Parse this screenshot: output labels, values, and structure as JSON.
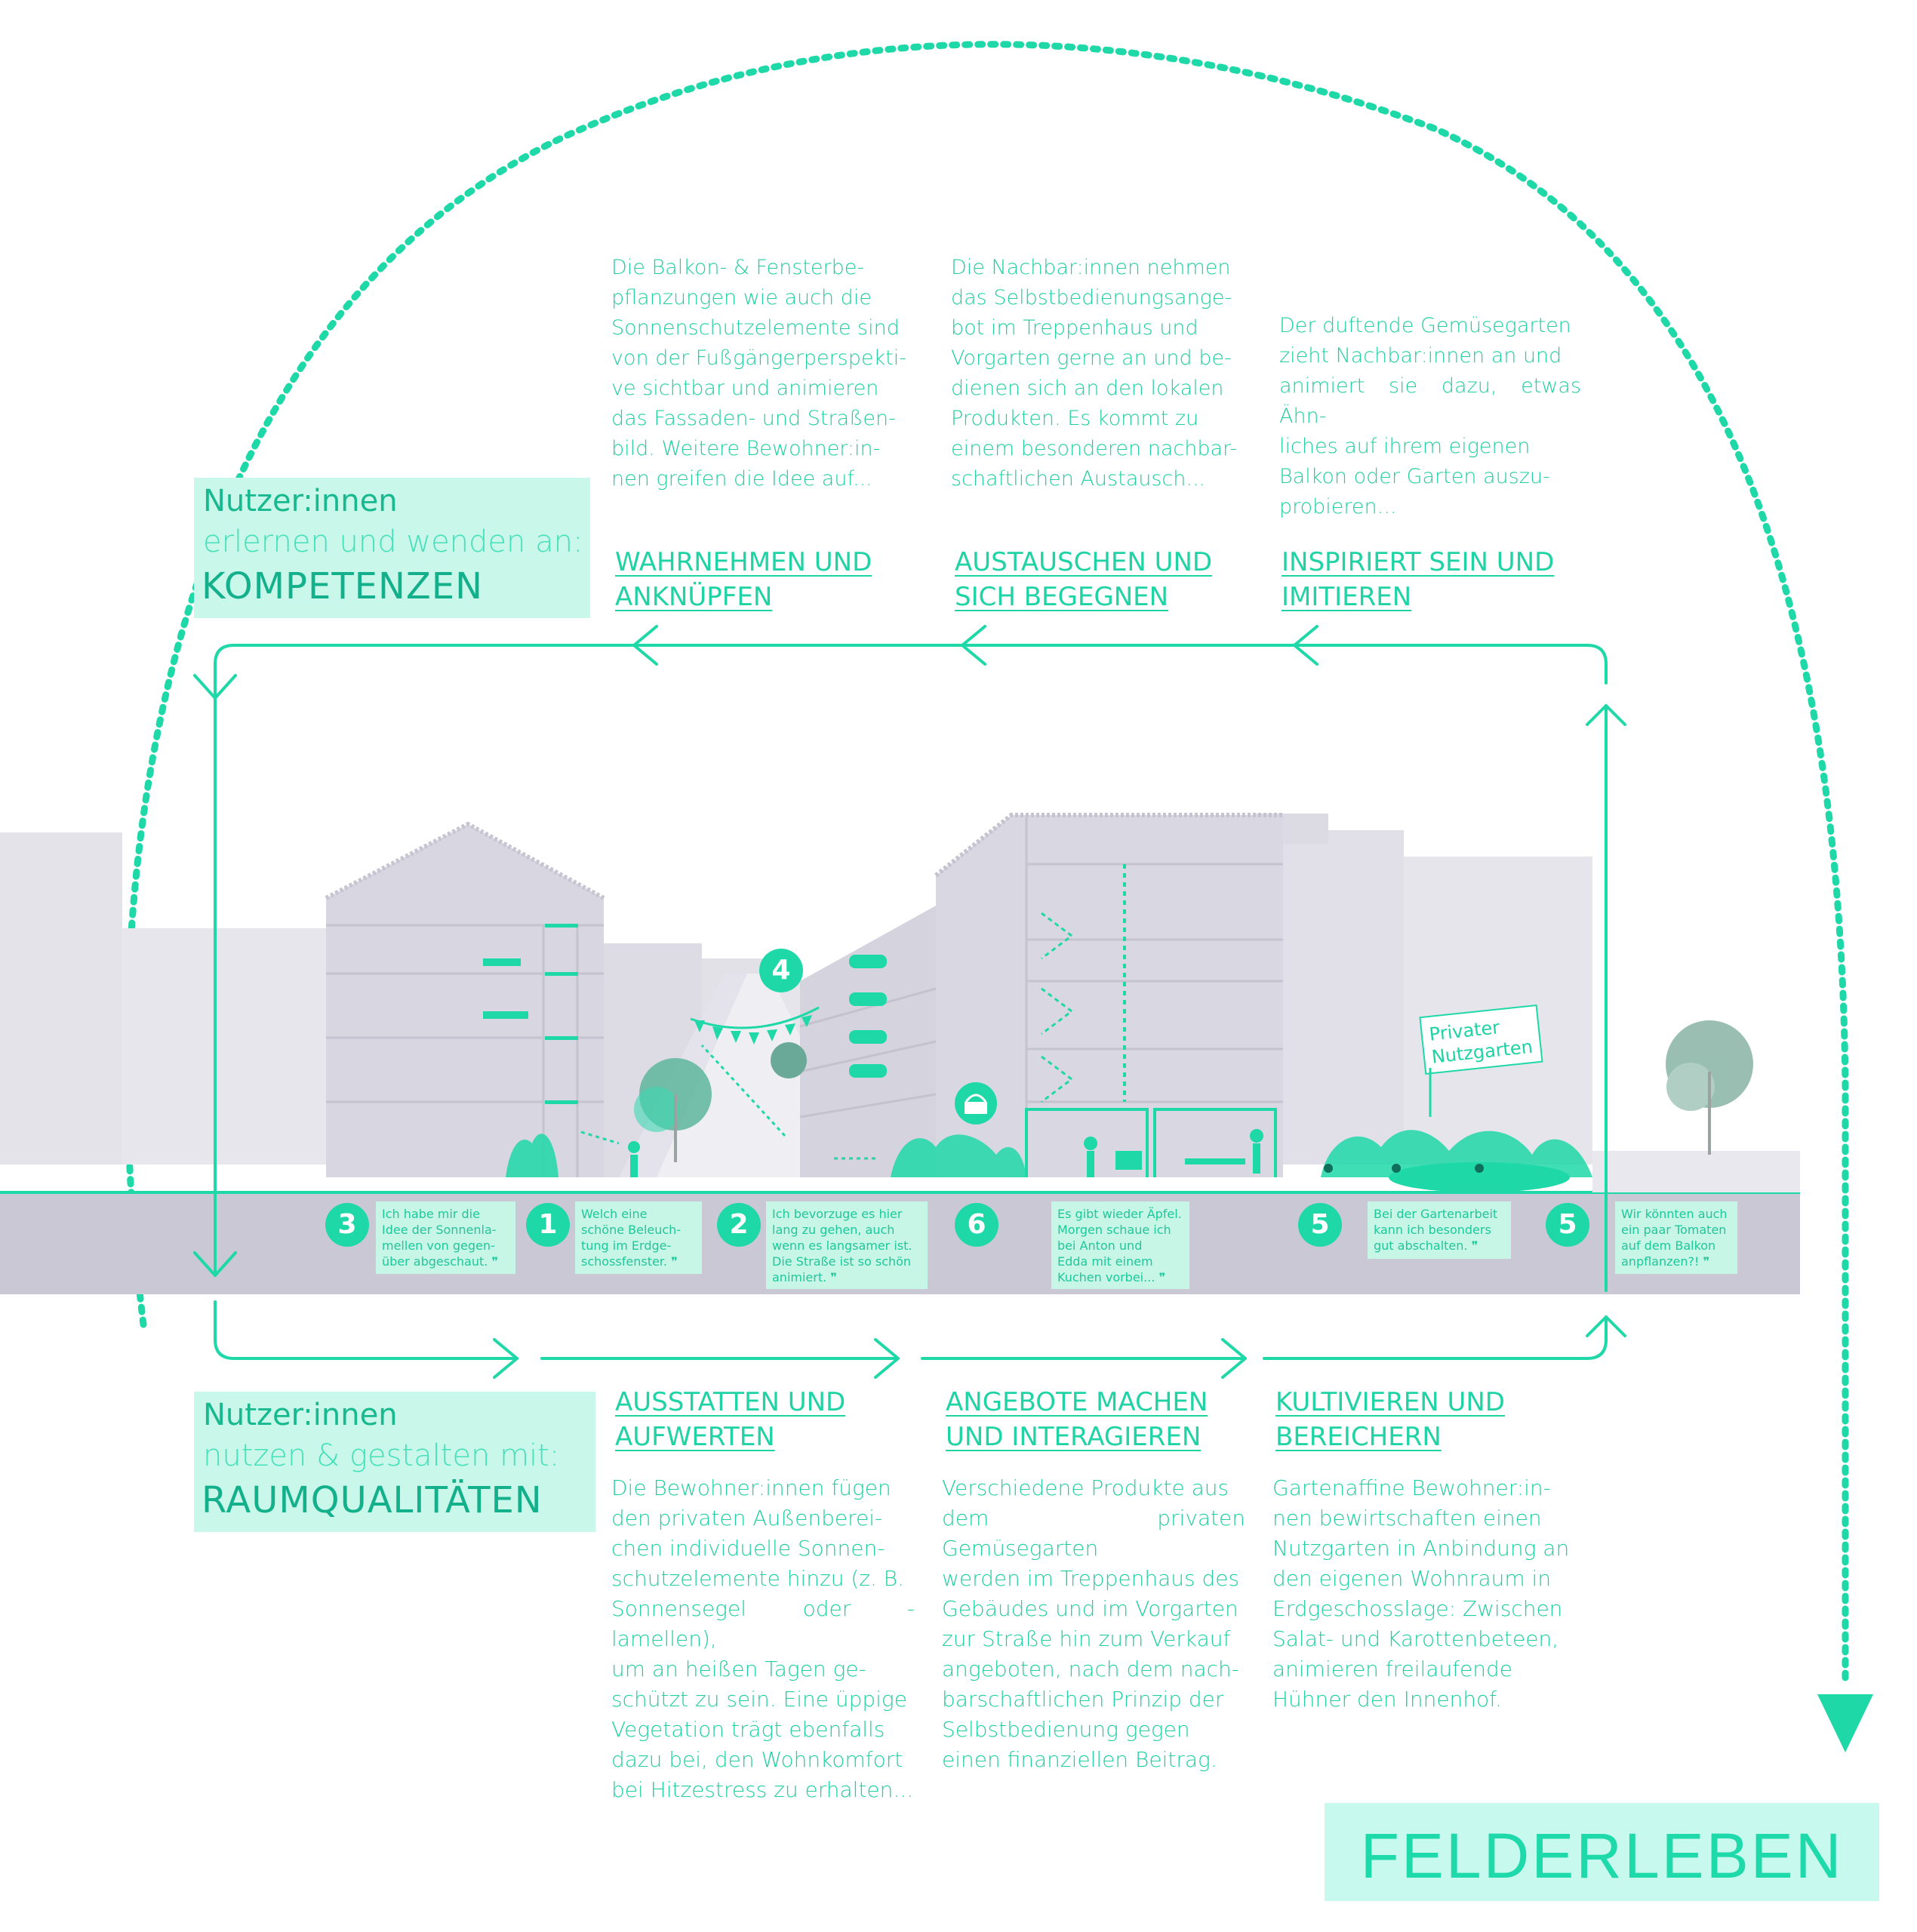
{
  "colors": {
    "accent": "#1fd8a8",
    "accent_light": "#c9f7e9",
    "building": "#d8d6e0",
    "street": "#c9c7d3"
  },
  "top_texts": [
    "Die Balkon- & Fensterbe-\npflanzungen wie auch die\nSonnenschutzelemente sind\nvon der Fußgängerperspekti-\nve sichtbar und animieren\ndas Fassaden- und Straßen-\nbild. Weitere Bewohner:in-\nnen greifen die Idee auf...",
    "Die Nachbar:innen nehmen\ndas Selbstbedienungsange-\nbot im Treppenhaus und\nVorgarten gerne an und be-\ndienen sich an den lokalen\nProdukten. Es kommt zu\neinem besonderen nachbar-\nschaftlichen Austausch...",
    "Der duftende Gemüsegarten\nzieht Nachbar:innen an und\nanimiert sie dazu, etwas Ähn-\nliches auf ihrem eigenen\nBalkon oder Garten auszu-\nprobieren..."
  ],
  "top_headings": [
    "WAHRNEHMEN UND \nANKNÜPFEN",
    "AUSTAUSCHEN UND \nSICH BEGEGNEN",
    "INSPIRIERT SEIN UND \nIMITIEREN"
  ],
  "competences": {
    "line1": "Nutzer:innen",
    "line2": "erlernen und wenden an:",
    "line3": "KOMPETENZEN"
  },
  "spatial": {
    "line1": "Nutzer:innen",
    "line2": "nutzen & gestalten mit:",
    "line3": "RAUMQUALITÄTEN"
  },
  "bottom_headings": [
    "AUSSTATTEN UND \nAUFWERTEN",
    "ANGEBOTE MACHEN \nUND INTERAGIEREN",
    "KULTIVIEREN UND \nBEREICHERN"
  ],
  "bottom_texts": [
    "Die Bewohner:innen fügen\nden privaten Außenberei-\nchen individuelle Sonnen-\nschutzelemente hinzu (z. B.\nSonnensegel oder -lamellen),\num an heißen Tagen ge-\nschützt zu sein. Eine üppige\nVegetation trägt ebenfalls\ndazu bei, den Wohnkomfort\nbei Hitzestress zu erhalten...",
    "Verschiedene Produkte aus\ndem privaten Gemüsegarten\nwerden im Treppenhaus des\nGebäudes und im Vorgarten\nzur Straße hin zum Verkauf\nangeboten, nach dem nach-\nbarschaftlichen Prinzip der\nSelbstbedienung        gegen\neinen finanziellen Beitrag.",
    "Gartenaffine    Bewohner:in-\nnen bewirtschaften einen\nNutzgarten in Anbindung an\nden eigenen Wohnraum in\nErdgeschosslage: Zwischen\nSalat- und Karottenbeteen,\nanimieren            freilaufende\nHühner den Innenhof."
  ],
  "badges": [
    "3",
    "1",
    "2",
    "6",
    "5",
    "5",
    "4"
  ],
  "quotes": [
    "Ich habe mir die\nIdee der Sonnenla-\nmellen von gegen-\nüber abgeschaut. ❞",
    "Welch eine\nschöne Beleuch-\ntung im Erdge-\nschossfenster. ❞",
    "Ich bevorzuge es hier\nlang zu gehen, auch\nwenn es langsamer ist.\nDie Straße ist so schön\nanimiert.                   ❞",
    "Es gibt wieder Äpfel.\nMorgen schaue ich\nbei Anton  und\nEdda mit einem\nKuchen vorbei... ❞",
    "Bei der Gartenarbeit\nkann ich besonders\ngut  abschalten. ❞",
    "Wir könnten auch\nein paar Tomaten\nauf dem Balkon\nanpflanzen?! ❞"
  ],
  "garden_sign": {
    "line1": "Privater",
    "line2": "Nutzgarten"
  },
  "brand": "FELDERLEBEN"
}
